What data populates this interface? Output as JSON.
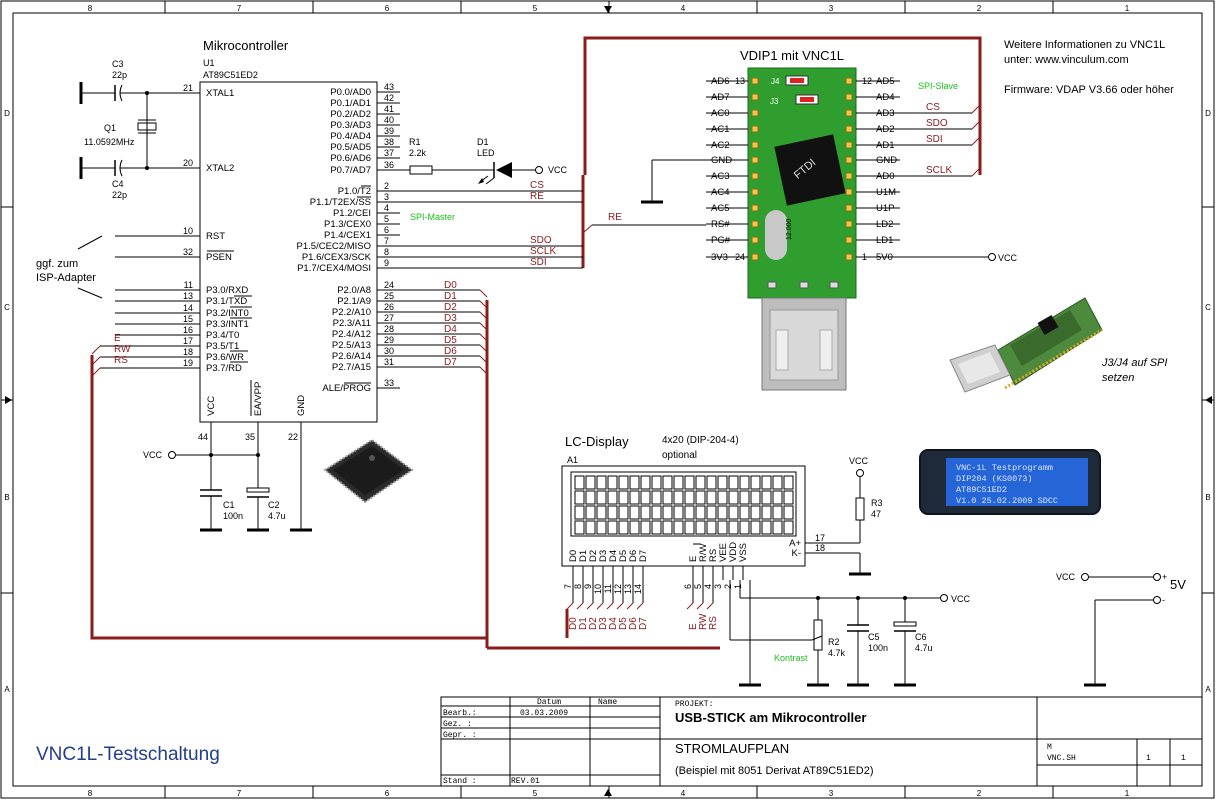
{
  "frame": {
    "cols_top": [
      "8",
      "7",
      "6",
      "5",
      "4",
      "3",
      "2",
      "1"
    ],
    "rows_side": [
      "D",
      "C",
      "B",
      "A"
    ]
  },
  "mcu": {
    "title": "Mikrocontroller",
    "ref": "U1",
    "part": "AT89C51ED2",
    "left_pins": [
      {
        "num": "21",
        "name": "XTAL1"
      },
      {
        "num": "20",
        "name": "XTAL2"
      },
      {
        "num": "10",
        "name": "RST"
      },
      {
        "num": "32",
        "name": "PSEN"
      },
      {
        "num": "11",
        "name": "P3.0/RXD"
      },
      {
        "num": "13",
        "name": "P3.1/TXD"
      },
      {
        "num": "14",
        "name": "P3.2/INT0"
      },
      {
        "num": "15",
        "name": "P3.3/INT1"
      },
      {
        "num": "16",
        "name": "P3.4/T0"
      },
      {
        "num": "17",
        "name": "P3.5/T1"
      },
      {
        "num": "18",
        "name": "P3.6/WR"
      },
      {
        "num": "19",
        "name": "P3.7/RD"
      }
    ],
    "right_pins_p0": [
      {
        "num": "43",
        "name": "P0.0/AD0"
      },
      {
        "num": "42",
        "name": "P0.1/AD1"
      },
      {
        "num": "41",
        "name": "P0.2/AD2"
      },
      {
        "num": "40",
        "name": "P0.3/AD3"
      },
      {
        "num": "39",
        "name": "P0.4/AD4"
      },
      {
        "num": "38",
        "name": "P0.5/AD5"
      },
      {
        "num": "37",
        "name": "P0.6/AD6"
      },
      {
        "num": "36",
        "name": "P0.7/AD7"
      }
    ],
    "right_pins_p1": [
      {
        "num": "2",
        "name": "P1.0/T2"
      },
      {
        "num": "3",
        "name": "P1.1/T2EX/SS"
      },
      {
        "num": "4",
        "name": "P1.2/CEI"
      },
      {
        "num": "5",
        "name": "P1.3/CEX0"
      },
      {
        "num": "6",
        "name": "P1.4/CEX1"
      },
      {
        "num": "7",
        "name": "P1.5/CEC2/MISO"
      },
      {
        "num": "8",
        "name": "P1.6/CEX3/SCK"
      },
      {
        "num": "9",
        "name": "P1.7/CEX4/MOSI"
      }
    ],
    "right_pins_p2": [
      {
        "num": "24",
        "name": "P2.0/A8"
      },
      {
        "num": "25",
        "name": "P2.1/A9"
      },
      {
        "num": "26",
        "name": "P2.2/A10"
      },
      {
        "num": "27",
        "name": "P2.3/A11"
      },
      {
        "num": "28",
        "name": "P2.4/A12"
      },
      {
        "num": "29",
        "name": "P2.5/A13"
      },
      {
        "num": "30",
        "name": "P2.6/A14"
      },
      {
        "num": "31",
        "name": "P2.7/A15"
      }
    ],
    "ale": {
      "num": "33",
      "name": "ALE/PROG"
    },
    "bottom_pins": [
      {
        "num": "44",
        "name": "VCC"
      },
      {
        "num": "35",
        "name": "EA/VPP"
      },
      {
        "num": "22",
        "name": "GND"
      }
    ],
    "spi_master": "SPI-Master"
  },
  "nets": {
    "p1_left": [
      "CS",
      "RE",
      "SDO",
      "SCLK",
      "SDI"
    ],
    "p2": [
      "D0",
      "D1",
      "D2",
      "D3",
      "D4",
      "D5",
      "D6",
      "D7"
    ],
    "p3": [
      "E",
      "RW",
      "RS"
    ],
    "vcc": "VCC"
  },
  "osc": {
    "c3_ref": "C3",
    "c3_val": "22p",
    "q1_ref": "Q1",
    "q1_val": "11.0592MHz",
    "c4_ref": "C4",
    "c4_val": "22p"
  },
  "isp": {
    "label1": "ggf. zum",
    "label2": "ISP-Adapter"
  },
  "led": {
    "r_ref": "R1",
    "r_val": "2.2k",
    "d_ref": "D1",
    "d_val": "LED"
  },
  "decap": {
    "c1_ref": "C1",
    "c1_val": "100n",
    "c2_ref": "C2",
    "c2_val": "4.7u"
  },
  "vdip": {
    "title": "VDIP1 mit VNC1L",
    "left_pins": [
      {
        "num": "13",
        "name": "AD6"
      },
      {
        "num": "",
        "name": "AD7"
      },
      {
        "num": "",
        "name": "AC0"
      },
      {
        "num": "",
        "name": "AC1"
      },
      {
        "num": "",
        "name": "AC2"
      },
      {
        "num": "",
        "name": "GND"
      },
      {
        "num": "",
        "name": "AC3"
      },
      {
        "num": "",
        "name": "AC4"
      },
      {
        "num": "",
        "name": "AC5"
      },
      {
        "num": "",
        "name": "RS#"
      },
      {
        "num": "",
        "name": "PG#"
      },
      {
        "num": "24",
        "name": "3V3"
      }
    ],
    "right_pins": [
      {
        "num": "12",
        "name": "AD5"
      },
      {
        "num": "",
        "name": "AD4"
      },
      {
        "num": "",
        "name": "AD3"
      },
      {
        "num": "",
        "name": "AD2"
      },
      {
        "num": "",
        "name": "AD1"
      },
      {
        "num": "",
        "name": "GND"
      },
      {
        "num": "",
        "name": "AD0"
      },
      {
        "num": "",
        "name": "U1M"
      },
      {
        "num": "",
        "name": "U1P"
      },
      {
        "num": "",
        "name": "LD2"
      },
      {
        "num": "",
        "name": "LD1"
      },
      {
        "num": "1",
        "name": "5V0"
      }
    ],
    "jumpers": [
      "J4",
      "J3"
    ],
    "chip_text": "FTDI",
    "crystal_text": "12.000",
    "spi_slave": "SPI-Slave",
    "right_nets": [
      "CS",
      "SDO",
      "SDI",
      "SCLK"
    ],
    "re_net": "RE",
    "photo_caption1": "J3/J4 auf SPI",
    "photo_caption2": "setzen"
  },
  "info": {
    "line1": "Weitere Informationen zu VNC1L",
    "line2": "unter: www.vinculum.com",
    "line3": "Firmware: VDAP V3.66 oder höher"
  },
  "lcd": {
    "title": "LC-Display",
    "subtitle1": "4x20 (DIP-204-4)",
    "subtitle2": "optional",
    "ref": "A1",
    "pin_names": [
      "D0",
      "D1",
      "D2",
      "D3",
      "D4",
      "D5",
      "D6",
      "D7",
      "E",
      "R/W",
      "RS",
      "VEE",
      "VDD",
      "VSS"
    ],
    "pin_nums": [
      "7",
      "8",
      "9",
      "10",
      "11",
      "12",
      "13",
      "14",
      "6",
      "5",
      "4",
      "3",
      "2",
      "1"
    ],
    "backlight": [
      {
        "name": "A+",
        "num": "17"
      },
      {
        "name": "K-",
        "num": "18"
      }
    ],
    "photo_lines": [
      "VNC-1L  Testprogramm",
      "DIP204 (KS0073)",
      "AT89C51ED2",
      "V1.0 25.02.2009 SDCC"
    ]
  },
  "lcd_parts": {
    "r3_ref": "R3",
    "r3_val": "47",
    "r2_ref": "R2",
    "r2_val": "4.7k",
    "contrast": "Kontrast",
    "c5_ref": "C5",
    "c5_val": "100n",
    "c6_ref": "C6",
    "c6_val": "4.7u"
  },
  "power": {
    "label": "5V",
    "plus": "+",
    "minus": "-"
  },
  "title_block": {
    "bearb": "Bearb.:",
    "gez": "Gez. :",
    "gepr": "Gepr. :",
    "stand": "Stand :",
    "datum_h": "Datum",
    "name_h": "Name",
    "date": "03.03.2009",
    "rev": "REV.01",
    "projekt_label": "PROJEKT:",
    "project": "USB-STICK am Mikrocontroller",
    "doc": "STROMLAUFPLAN",
    "example": "(Beispiel mit 8051 Derivat AT89C51ED2)",
    "m": "M",
    "file": "VNC.SH",
    "sheet": "1",
    "of": "1"
  },
  "footer_title": "VNC1L-Testschaltung"
}
